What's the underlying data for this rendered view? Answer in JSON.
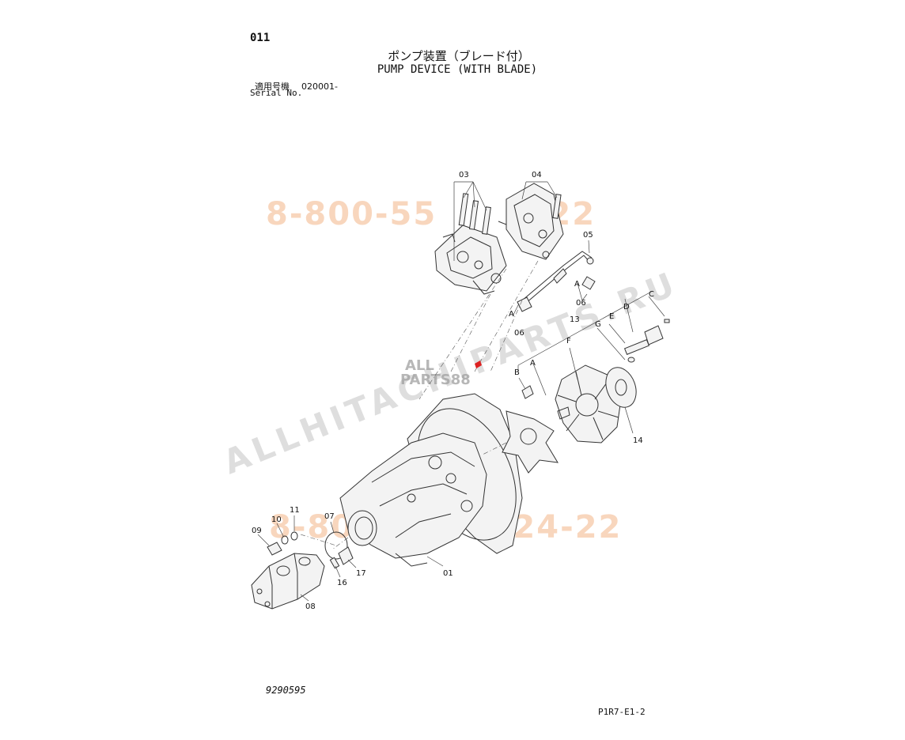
{
  "header": {
    "page_number": "011",
    "title_jp": "ポンプ装置（ブレード付）",
    "title_en": "PUMP DEVICE (WITH BLADE)",
    "serial_label_jp": "適用号機",
    "serial_value": "020001-",
    "serial_label_en": "Serial No."
  },
  "callouts": [
    "03",
    "04",
    "05",
    "A",
    "06",
    "A",
    "06",
    "C",
    "D",
    "13",
    "E",
    "G",
    "F",
    "A",
    "B",
    "14",
    "11",
    "10",
    "07",
    "09",
    "17",
    "16",
    "01",
    "08"
  ],
  "watermarks": {
    "phone_top": "8-800-55",
    "phone_top_tail": "4-22",
    "phone_bottom": "8-800-",
    "phone_bottom_tail": "1-24-22",
    "site": "ALLHITACHIPARTS.RU",
    "logo_line1": "ALL",
    "logo_line2": "PARTS88"
  },
  "footer": {
    "drawing_number": "9290595",
    "page_code": "P1R7-E1-2"
  },
  "colors": {
    "watermark_phone": "#f6c9a8",
    "watermark_site": "#c9c9c9",
    "line": "#333333"
  }
}
